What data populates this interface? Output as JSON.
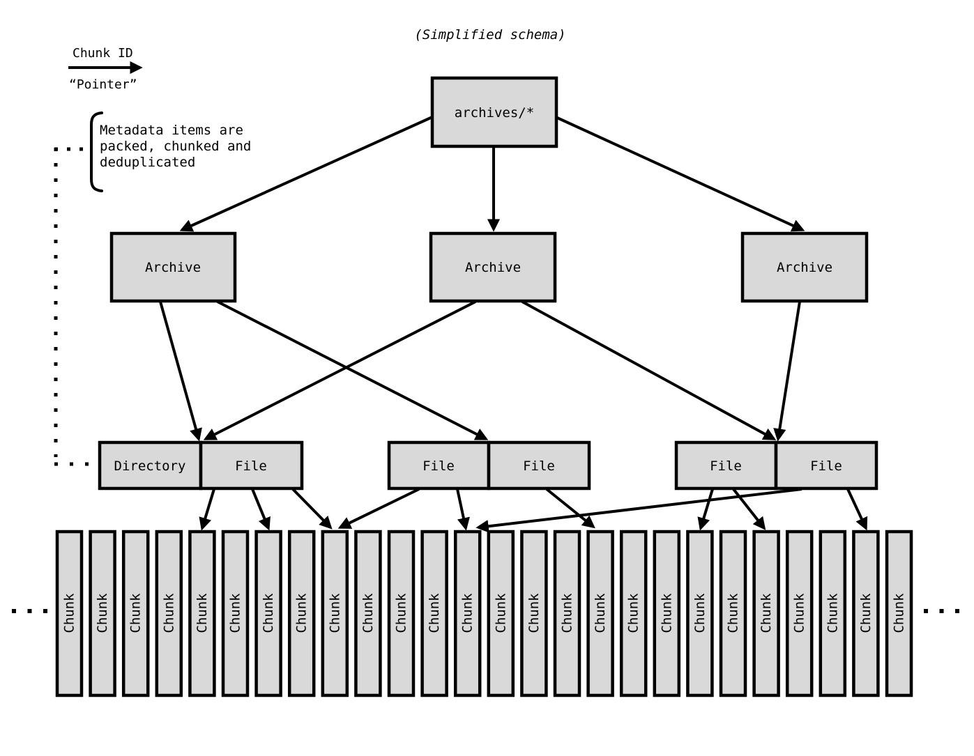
{
  "title": "(Simplified schema)",
  "legend": {
    "arrow_label": "Chunk ID",
    "arrow_sublabel": "“Pointer”"
  },
  "annotation": {
    "line1": "Metadata items are",
    "line2": "packed, chunked and",
    "line3": "deduplicated"
  },
  "colors": {
    "box_fill": "#d9d9d9",
    "line": "#000000",
    "background": "#ffffff"
  },
  "nodes": {
    "root": {
      "label": "archives/*"
    },
    "archives": [
      {
        "label": "Archive"
      },
      {
        "label": "Archive"
      },
      {
        "label": "Archive"
      }
    ],
    "entry_rows": [
      {
        "cells": [
          {
            "label": "Directory"
          },
          {
            "label": "File"
          }
        ]
      },
      {
        "cells": [
          {
            "label": "File"
          },
          {
            "label": "File"
          }
        ]
      },
      {
        "cells": [
          {
            "label": "File"
          },
          {
            "label": "File"
          }
        ]
      }
    ],
    "chunks": {
      "label": "Chunk",
      "count": 26
    }
  },
  "ellipsis": {
    "left": "...",
    "right": "..."
  },
  "edges": [
    {
      "from": "archives-root",
      "to": "archive-1"
    },
    {
      "from": "archives-root",
      "to": "archive-2"
    },
    {
      "from": "archives-root",
      "to": "archive-3"
    },
    {
      "from": "archive-1",
      "to": "pair-1-divider"
    },
    {
      "from": "archive-1",
      "to": "pair-2-divider"
    },
    {
      "from": "archive-2",
      "to": "pair-1-divider"
    },
    {
      "from": "archive-2",
      "to": "pair-3-divider"
    },
    {
      "from": "archive-3",
      "to": "pair-3-divider"
    },
    {
      "from": "pair-1-file",
      "to": "chunk-5"
    },
    {
      "from": "pair-1-file",
      "to": "chunk-7"
    },
    {
      "from": "pair-1-file",
      "to": "chunk-9"
    },
    {
      "from": "pair-2-file-1",
      "to": "chunk-9"
    },
    {
      "from": "pair-2-file-1",
      "to": "chunk-13"
    },
    {
      "from": "pair-2-file-2",
      "to": "chunk-17"
    },
    {
      "from": "pair-3-file-1",
      "to": "chunk-20"
    },
    {
      "from": "pair-3-file-1",
      "to": "chunk-22"
    },
    {
      "from": "pair-3-file-2",
      "to": "chunk-13"
    },
    {
      "from": "pair-3-file-2",
      "to": "chunk-25"
    }
  ]
}
